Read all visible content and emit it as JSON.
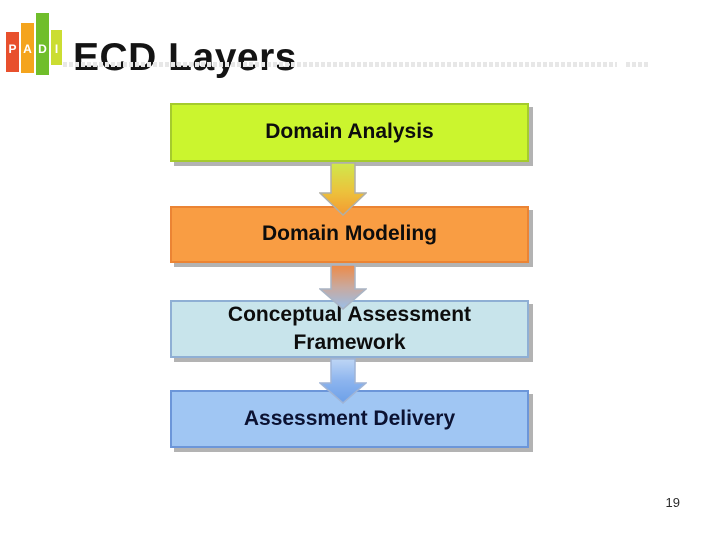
{
  "slide": {
    "title": "ECD Layers",
    "page_number": "19",
    "background_color": "#ffffff",
    "separator_color": "#e7e7e7",
    "shadow_color": "#b3b3b3"
  },
  "logo": {
    "letters": [
      "P",
      "A",
      "D",
      "I"
    ],
    "bar_colors": [
      "#E8502D",
      "#F4A41D",
      "#70BE2B",
      "#CBDD32"
    ]
  },
  "diagram": {
    "boxes": [
      {
        "label": "Domain Analysis",
        "fill": "#CBF52E",
        "border": "#A5CB2D",
        "text_color": "#0d0d0d"
      },
      {
        "label": "Domain Modeling",
        "fill": "#F99D43",
        "border": "#EB8434",
        "text_color": "#0d0d0d"
      },
      {
        "label": "Conceptual Assessment Framework",
        "fill": "#C8E4EB",
        "border": "#8FAFD4",
        "text_color": "#0d0d0d"
      },
      {
        "label": "Assessment Delivery",
        "fill": "#A0C6F3",
        "border": "#6C96D9",
        "text_color": "#0b1232"
      }
    ],
    "arrows": [
      {
        "from": "Domain Analysis",
        "to": "Domain Modeling",
        "gradient": [
          "#CFE94C",
          "#ECC23C",
          "#F49A32"
        ],
        "outline": "#B0AFA6"
      },
      {
        "from": "Domain Modeling",
        "to": "Conceptual Assessment Framework",
        "gradient": [
          "#EE8A46",
          "#C9A99E",
          "#9ABEE8"
        ],
        "outline": "#A9B4C4"
      },
      {
        "from": "Conceptual Assessment Framework",
        "to": "Assessment Delivery",
        "gradient": [
          "#BED6F5",
          "#8CB4EE",
          "#6CA0E9"
        ],
        "outline": "#9FB4D6"
      }
    ]
  }
}
